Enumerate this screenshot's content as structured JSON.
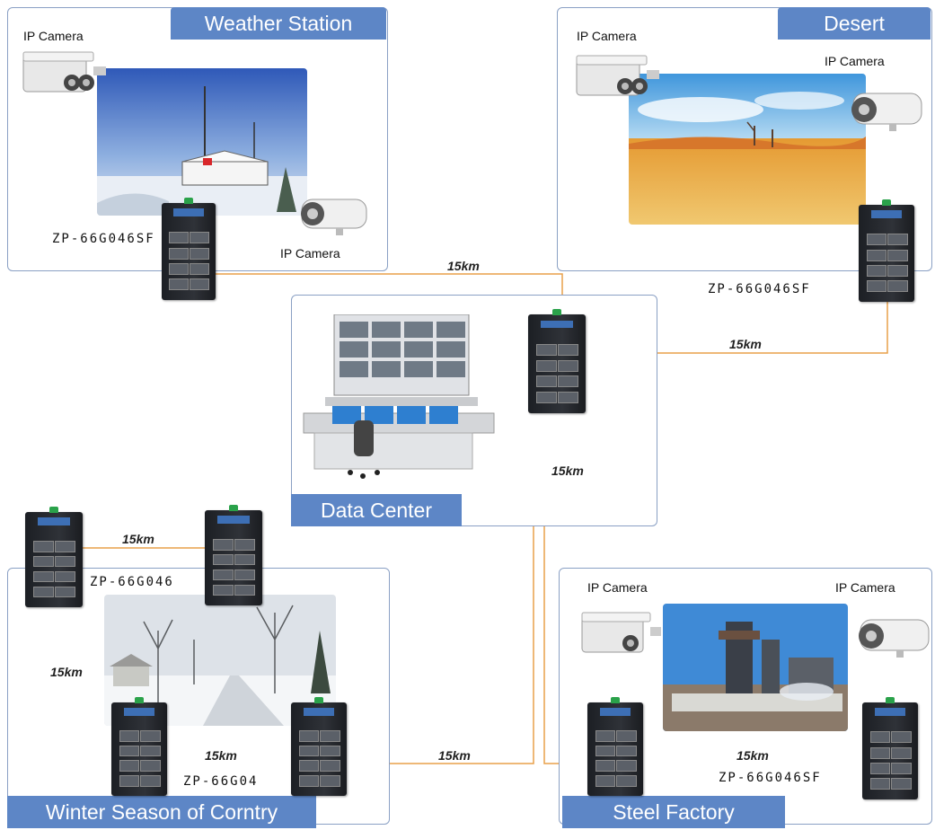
{
  "sections": {
    "weather": {
      "title": "Weather Station",
      "camera_left": "IP Camera",
      "camera_right": "IP Camera",
      "model": "ZP-66G046SF"
    },
    "desert": {
      "title": "Desert",
      "camera_left": "IP Camera",
      "camera_right": "IP Camera",
      "model": "ZP-66G046SF"
    },
    "datacenter": {
      "title": "Data Center"
    },
    "winter": {
      "title": "Winter Season of Corntry",
      "model_top": "ZP-66G046",
      "model_bottom": "ZP-66G04"
    },
    "steel": {
      "title": "Steel Factory",
      "camera_left": "IP Camera",
      "camera_right": "IP Camera",
      "model": "ZP-66G046SF"
    }
  },
  "links": {
    "weather_to_center": "15km",
    "desert_to_center": "15km",
    "center_to_steel": "15km",
    "winter_top": "15km",
    "winter_left": "15km",
    "winter_bottom": "15km",
    "winter_to_center": "15km",
    "steel_bottom": "15km"
  },
  "colors": {
    "fiber_link": "#e8a04a",
    "camera_link": "#3fb5c9",
    "panel_border": "#8aa0c4",
    "tab_fill": "#5d86c6"
  }
}
